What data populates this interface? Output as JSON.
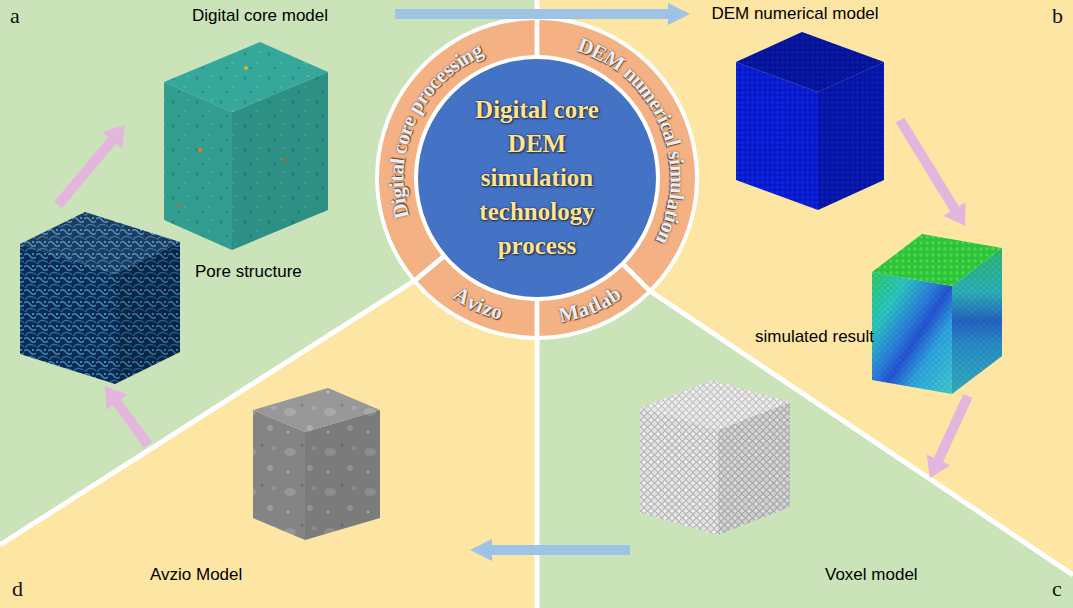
{
  "diagram": {
    "nodes": [
      {
        "text": [
          "Digital core model"
        ]
      },
      {
        "text": [
          "DEM numerical model"
        ]
      },
      {
        "text": [
          "Pore structure"
        ]
      },
      {
        "text": [
          "Digital core processing"
        ]
      },
      {
        "text": [
          "DEM numerical simulation"
        ]
      },
      {
        "text": [
          "Digital core DEM simulation technology process"
        ]
      },
      {
        "text": [
          "Avizo"
        ]
      },
      {
        "text": [
          "Matlab"
        ]
      },
      {
        "text": [
          "simulated result"
        ]
      },
      {
        "text": [
          "Avzio Model"
        ]
      },
      {
        "text": [
          "Voxel model"
        ]
      }
    ],
    "edges": [
      {
        "from": 2,
        "to": 0,
        "arrow": "to"
      },
      {
        "from": 0,
        "to": 1,
        "arrow": "to"
      },
      {
        "from": 1,
        "to": 8,
        "arrow": "to"
      },
      {
        "from": 8,
        "to": 10,
        "arrow": "to"
      },
      {
        "from": 10,
        "to": 9,
        "arrow": "to"
      },
      {
        "from": 9,
        "to": 2,
        "arrow": "to"
      }
    ],
    "labels": [
      "a",
      "b",
      "c",
      "d"
    ]
  }
}
